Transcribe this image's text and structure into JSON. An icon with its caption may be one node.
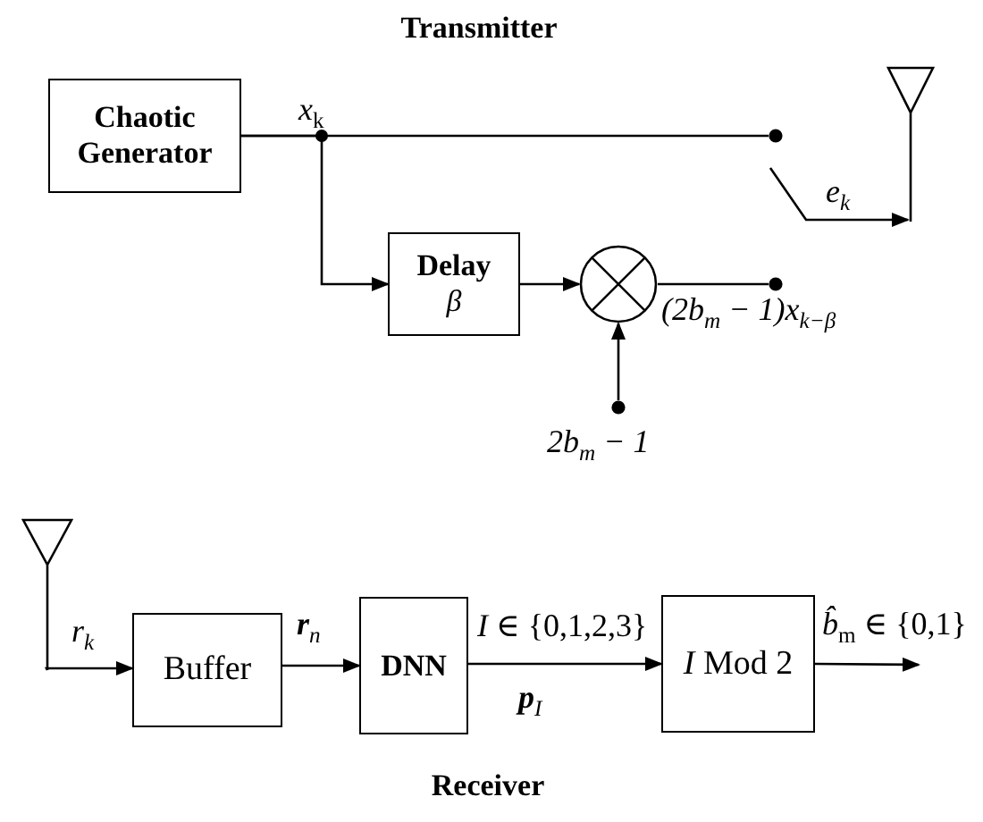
{
  "diagram": {
    "nodes": [
      {
        "text": [
          "Chaotic Generator"
        ]
      },
      {
        "text": [
          "Delay",
          "β"
        ]
      },
      {
        "text": [],
        "shape": "circle"
      },
      {
        "text": [],
        "shape": "circle"
      },
      {
        "text": [],
        "shape": "circle",
        "beside": [
          "(2b$_{m}$ − 1)x$_{k−β}$"
        ]
      },
      {
        "text": [],
        "shape": "circle",
        "beside": [
          "2b$_{m}$ − 1"
        ]
      },
      {
        "text": [],
        "shape": "antenna"
      },
      {
        "text": [],
        "shape": "antenna"
      },
      {
        "text": [
          "Buffer"
        ]
      },
      {
        "text": [
          "DNN"
        ]
      },
      {
        "text": [
          "*I* Mod 2"
        ]
      }
    ],
    "edges": [
      {
        "from": 0,
        "to": 3,
        "arrow": "none"
      },
      {
        "from": 0,
        "to": 1,
        "arrow": "to"
      },
      {
        "from": 1,
        "to": 2,
        "arrow": "to"
      },
      {
        "from": 2,
        "to": 4,
        "arrow": "none"
      },
      {
        "from": 5,
        "to": 2,
        "arrow": "to"
      },
      {
        "from": null,
        "to": 6,
        "arrow": "to",
        "label": "*e*$_{k}$"
      },
      {
        "from": 7,
        "to": 8,
        "arrow": "to",
        "label": "*r*$_{k}$"
      },
      {
        "from": 8,
        "to": 9,
        "arrow": "to",
        "label": "**r**$_{n}$"
      },
      {
        "from": 9,
        "to": 10,
        "arrow": "to",
        "label": "*I* ∈ {0,1,2,3}"
      },
      {
        "from": 10,
        "to": null,
        "arrow": "to",
        "label": "*b̂*$_{m}$ ∈ {0,1}"
      }
    ],
    "labels": [
      "Transmitter",
      "*x*$_{k}$",
      "**p**$_{I}$",
      "Receiver"
    ]
  }
}
